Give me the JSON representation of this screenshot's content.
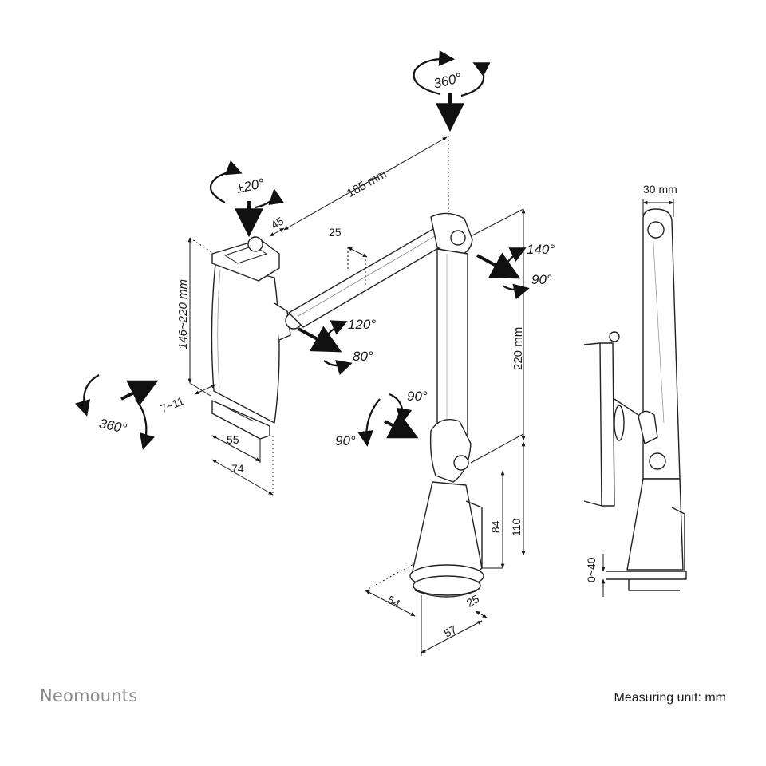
{
  "brand": "Neomounts",
  "unit_note": "Measuring unit: mm",
  "rotation_labels": {
    "pole_top": "360°",
    "holder_tilt": "±20°",
    "elbow_up": "140°",
    "elbow_down": "90°",
    "holder_joint_up": "120°",
    "holder_joint_down": "80°",
    "lower_joint_right": "90°",
    "lower_joint_left": "90°",
    "holder_spin": "360°"
  },
  "dimension_labels": {
    "arm_length": "185 mm",
    "offset_45": "45",
    "offset_25": "25",
    "holder_height": "146~220 mm",
    "holder_depth": "7~11",
    "clamp_width_55": "55",
    "clamp_width_74": "74",
    "pole_height": "220 mm",
    "base_84": "84",
    "base_110": "110",
    "base_54": "54",
    "base_25": "25",
    "base_57": "57",
    "side_width": "30 mm",
    "desk_thickness": "0~40"
  }
}
